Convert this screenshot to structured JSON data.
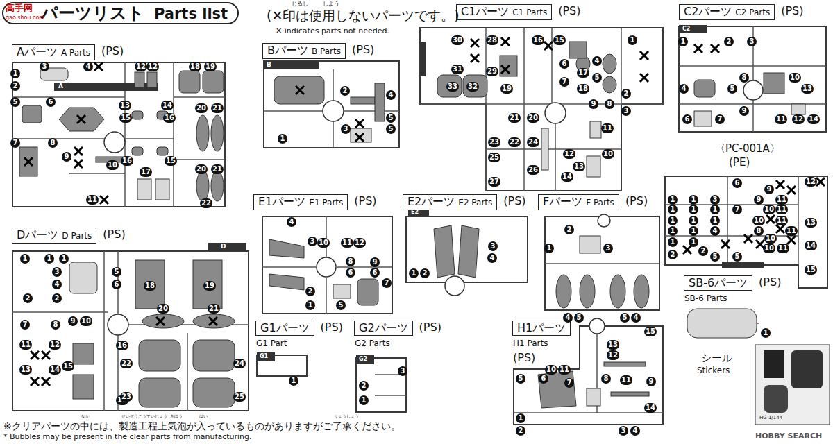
{
  "diagram": {
    "nodes": [
      {
        "text": [
          "パーツリスト",
          "Parts list"
        ]
      },
      {
        "text": [
          "C1パーツ",
          "C1 Parts",
          "(PS)"
        ]
      },
      {
        "text": [
          "C2パーツ",
          "C2 Parts",
          "(PS)"
        ]
      },
      {
        "text": [
          "Aパーツ",
          "A Parts",
          "(PS)"
        ]
      },
      {
        "text": [
          "Bパーツ",
          "B Parts",
          "(PS)"
        ]
      },
      {
        "text": [
          "Dパーツ",
          "D Parts",
          "(PS)"
        ]
      },
      {
        "text": [
          "E1パーツ",
          "E1 Parts",
          "(PS)"
        ]
      },
      {
        "text": [
          "E2パーツ",
          "E2 Parts",
          "(PS)"
        ]
      },
      {
        "text": [
          "Fパーツ",
          "F Parts",
          "(PS)"
        ]
      },
      {
        "text": [
          "SB-6パーツ",
          "SB-6 Parts",
          "(PS)"
        ]
      },
      {
        "text": [
          "G1パーツ",
          "G1 Part",
          "(PS)"
        ]
      },
      {
        "text": [
          "G2パーツ",
          "G2 Parts",
          "(PS)"
        ]
      },
      {
        "text": [
          "H1パーツ",
          "H1 Parts",
          "(PS)"
        ]
      }
    ],
    "labels": [
      "(✕印は使用しないパーツです。)",
      "じるし",
      "しよう",
      "✕ indicates parts not needed.",
      "高手网",
      "gao.shou.com",
      "〈PC-001A〉",
      "(PE)",
      "シール",
      "Stickers",
      "HG 1/144",
      "※クリアパーツの中には、製造工程上気泡が入っているものがありますがご了承ください。",
      "* Bubbles may be present in the clear parts from manufacturing.",
      "なか",
      "せいぞうこうていじょう",
      "きほう",
      "はい",
      "りょうしょう",
      "A",
      "B",
      "D",
      "C2",
      "E2",
      "G1",
      "G2",
      "HOBBY SEARCH",
      "1",
      "3",
      "4",
      "12",
      "12",
      "18",
      "19",
      "2",
      "5",
      "6",
      "13",
      "14",
      "15",
      "16",
      "20",
      "21",
      "7",
      "8",
      "9",
      "10",
      "16",
      "15",
      "17",
      "20",
      "21",
      "11",
      "22",
      "1",
      "2",
      "4",
      "5",
      "5",
      "3",
      "30",
      "31",
      "28",
      "29",
      "33",
      "32",
      "19",
      "16",
      "15",
      "17",
      "18",
      "6",
      "7",
      "4",
      "5",
      "9",
      "8",
      "1",
      "2",
      "3",
      "21",
      "20",
      "11",
      "22",
      "23",
      "24",
      "25",
      "26",
      "12",
      "10",
      "13",
      "14",
      "27",
      "1",
      "2",
      "3",
      "10",
      "13",
      "4",
      "5",
      "8",
      "9",
      "6",
      "7",
      "11",
      "12",
      "14",
      "6",
      "1",
      "1",
      "1",
      "1",
      "1",
      "2",
      "1",
      "1",
      "1",
      "1",
      "1",
      "3",
      "1",
      "1",
      "4",
      "5",
      "7",
      "5",
      "2",
      "9",
      "9",
      "11",
      "10",
      "11",
      "10",
      "11",
      "8",
      "10",
      "11",
      "10",
      "11",
      "12",
      "13",
      "14",
      "15",
      "1",
      "1",
      "1",
      "1",
      "3",
      "4",
      "2",
      "2",
      "5",
      "6",
      "18",
      "19",
      "7",
      "8",
      "9",
      "10",
      "20",
      "21",
      "11",
      "12",
      "13",
      "14",
      "15",
      "16",
      "22",
      "24",
      "17",
      "23",
      "25",
      "4",
      "3",
      "10",
      "11",
      "12",
      "8",
      "9",
      "6",
      "6",
      "7",
      "2",
      "1",
      "5",
      "1",
      "2",
      "3",
      "4",
      "2",
      "1",
      "3",
      "4",
      "5",
      "5",
      "4",
      "1",
      "3",
      "2",
      "1",
      "15",
      "13",
      "12",
      "5",
      "6",
      "10",
      "11",
      "7",
      "8",
      "11",
      "9",
      "14",
      "1",
      "2",
      "3",
      "4"
    ]
  }
}
